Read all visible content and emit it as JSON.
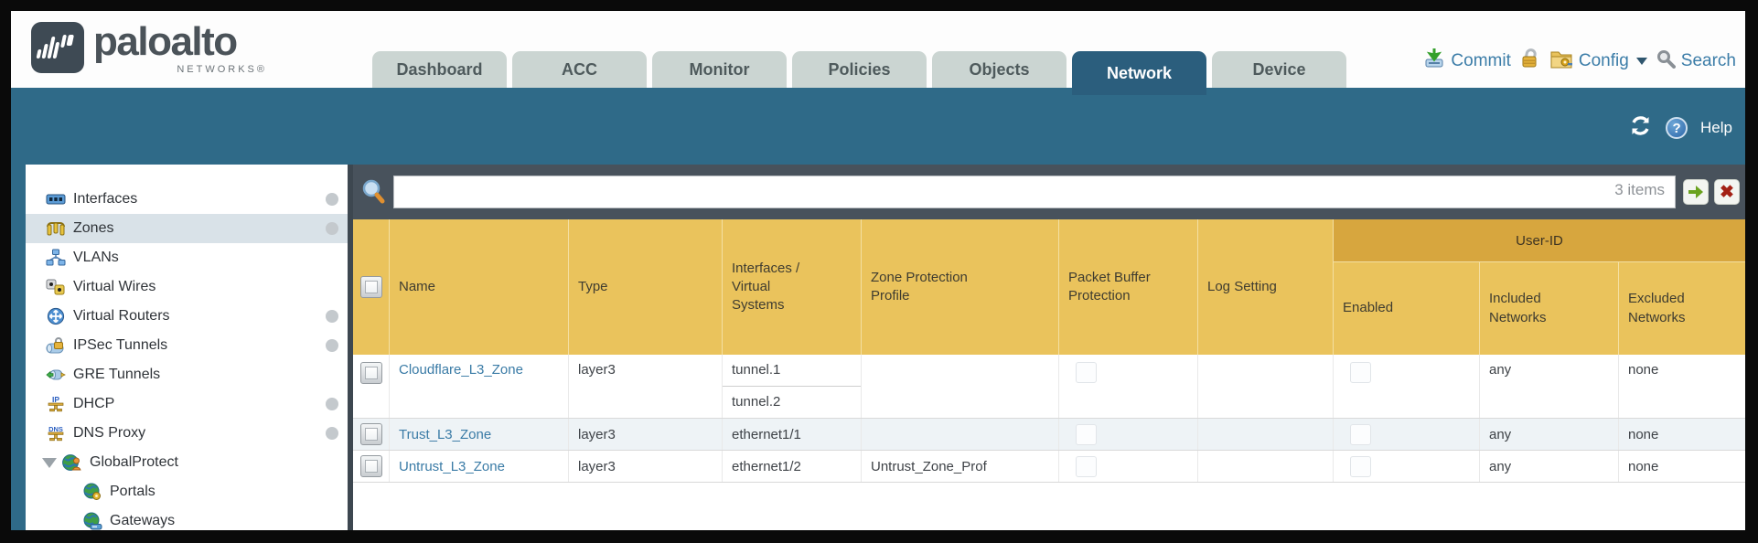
{
  "colors": {
    "teal_band": "#2f6a88",
    "active_tab": "#2b5e7d",
    "slate_strip": "#48525c",
    "header_gold": "#eac35c",
    "userid_gold": "#d7a63e",
    "link_blue": "#3a7ba6",
    "selected_nav": "#d9e2e8"
  },
  "header": {
    "logo": {
      "brand": "paloalto",
      "networks": "NETWORKS®"
    },
    "tabs": [
      {
        "label": "Dashboard",
        "active": false
      },
      {
        "label": "ACC",
        "active": false
      },
      {
        "label": "Monitor",
        "active": false
      },
      {
        "label": "Policies",
        "active": false
      },
      {
        "label": "Objects",
        "active": false
      },
      {
        "label": "Network",
        "active": true
      },
      {
        "label": "Device",
        "active": false
      }
    ],
    "utilities": {
      "commit": "Commit",
      "config": "Config",
      "search": "Search"
    }
  },
  "teal": {
    "help_label": "Help"
  },
  "search_bar": {
    "value": "",
    "items_count": "3 items"
  },
  "sidebar": {
    "items": [
      {
        "label": "Interfaces",
        "modified_dot": true,
        "selected": false
      },
      {
        "label": "Zones",
        "modified_dot": true,
        "selected": true
      },
      {
        "label": "VLANs",
        "modified_dot": false,
        "selected": false
      },
      {
        "label": "Virtual Wires",
        "modified_dot": false,
        "selected": false
      },
      {
        "label": "Virtual Routers",
        "modified_dot": true,
        "selected": false
      },
      {
        "label": "IPSec Tunnels",
        "modified_dot": true,
        "selected": false
      },
      {
        "label": "GRE Tunnels",
        "modified_dot": false,
        "selected": false
      },
      {
        "label": "DHCP",
        "modified_dot": true,
        "selected": false
      },
      {
        "label": "DNS Proxy",
        "modified_dot": true,
        "selected": false
      },
      {
        "label": "GlobalProtect",
        "modified_dot": false,
        "selected": false,
        "expanded": true
      },
      {
        "label": "Portals",
        "modified_dot": false,
        "selected": false,
        "child_of": "GlobalProtect"
      },
      {
        "label": "Gateways",
        "modified_dot": false,
        "selected": false,
        "child_of": "GlobalProtect"
      }
    ]
  },
  "table": {
    "columns": {
      "name": "Name",
      "type": "Type",
      "interfaces": "Interfaces / Virtual Systems",
      "zone_protection": "Zone Protection Profile",
      "packet_buffer": "Packet Buffer Protection",
      "log_setting": "Log Setting"
    },
    "user_id": {
      "label": "User-ID",
      "enabled": "Enabled",
      "included": "Included Networks",
      "excluded": "Excluded Networks"
    },
    "rows": [
      {
        "name": "Cloudflare_L3_Zone",
        "type": "layer3",
        "interfaces": [
          "tunnel.1",
          "tunnel.2"
        ],
        "zone_protection_profile": "",
        "packet_buffer_protection": false,
        "log_setting": "",
        "user_id_enabled": false,
        "included_networks": "any",
        "excluded_networks": "none"
      },
      {
        "name": "Trust_L3_Zone",
        "type": "layer3",
        "interfaces": [
          "ethernet1/1"
        ],
        "zone_protection_profile": "",
        "packet_buffer_protection": false,
        "log_setting": "",
        "user_id_enabled": false,
        "included_networks": "any",
        "excluded_networks": "none"
      },
      {
        "name": "Untrust_L3_Zone",
        "type": "layer3",
        "interfaces": [
          "ethernet1/2"
        ],
        "zone_protection_profile": "Untrust_Zone_Prof",
        "packet_buffer_protection": false,
        "log_setting": "",
        "user_id_enabled": false,
        "included_networks": "any",
        "excluded_networks": "none"
      }
    ]
  }
}
